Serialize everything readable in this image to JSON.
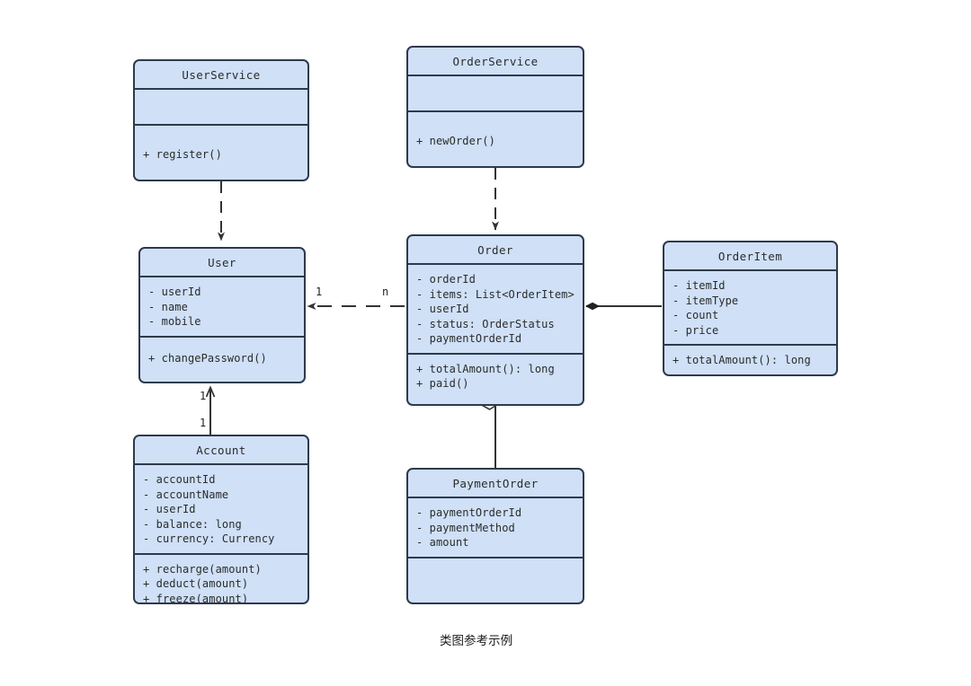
{
  "diagram": {
    "caption": "类图参考示例",
    "colors": {
      "class_fill": "#cfe0f7",
      "class_border": "#2e3a4d",
      "edge": "#333333",
      "text": "#2b2b2b",
      "background": "#ffffff"
    }
  },
  "classes": [
    {
      "id": "user-service",
      "name": "UserService",
      "attributes": [],
      "methods": [
        "+ register()"
      ]
    },
    {
      "id": "order-service",
      "name": "OrderService",
      "attributes": [],
      "methods": [
        "+ newOrder()"
      ]
    },
    {
      "id": "user",
      "name": "User",
      "attributes": [
        "- userId",
        "- name",
        "- mobile"
      ],
      "methods": [
        "+ changePassword()"
      ]
    },
    {
      "id": "order",
      "name": "Order",
      "attributes": [
        "- orderId",
        "- items: List<OrderItem>",
        "- userId",
        "- status: OrderStatus",
        "- paymentOrderId"
      ],
      "methods": [
        "+ totalAmount(): long",
        "+ paid()"
      ]
    },
    {
      "id": "order-item",
      "name": "OrderItem",
      "attributes": [
        "- itemId",
        "- itemType",
        "- count",
        "- price"
      ],
      "methods": [
        "+ totalAmount(): long"
      ]
    },
    {
      "id": "account",
      "name": "Account",
      "attributes": [
        "- accountId",
        "- accountName",
        "- userId",
        "- balance: long",
        "- currency: Currency"
      ],
      "methods": [
        "+ recharge(amount)",
        "+ deduct(amount)",
        "+ freeze(amount)"
      ]
    },
    {
      "id": "payment-order",
      "name": "PaymentOrder",
      "attributes": [
        "- paymentOrderId",
        "- paymentMethod",
        "- amount"
      ],
      "methods": []
    }
  ],
  "relationships": [
    {
      "id": "userservice-user",
      "from": "UserService",
      "to": "User",
      "type": "dependency",
      "style": "dashed",
      "source_label": "",
      "target_label": ""
    },
    {
      "id": "orderservice-order",
      "from": "OrderService",
      "to": "Order",
      "type": "dependency",
      "style": "dashed",
      "source_label": "",
      "target_label": ""
    },
    {
      "id": "order-user",
      "from": "Order",
      "to": "User",
      "type": "dependency",
      "style": "dashed",
      "source_label": "n",
      "target_label": "1"
    },
    {
      "id": "order-orderitem",
      "from": "Order",
      "to": "OrderItem",
      "type": "composition",
      "style": "solid",
      "source_label": "",
      "target_label": ""
    },
    {
      "id": "order-paymentorder",
      "from": "Order",
      "to": "PaymentOrder",
      "type": "aggregation",
      "style": "solid",
      "source_label": "",
      "target_label": ""
    },
    {
      "id": "account-user",
      "from": "Account",
      "to": "User",
      "type": "association",
      "style": "solid",
      "source_label": "1",
      "target_label": "1"
    }
  ],
  "edge_labels": [
    {
      "id": "label-order-user-target",
      "text": "1"
    },
    {
      "id": "label-order-user-source",
      "text": "n"
    },
    {
      "id": "label-account-user-top",
      "text": "1"
    },
    {
      "id": "label-account-user-bottom",
      "text": "1"
    }
  ]
}
